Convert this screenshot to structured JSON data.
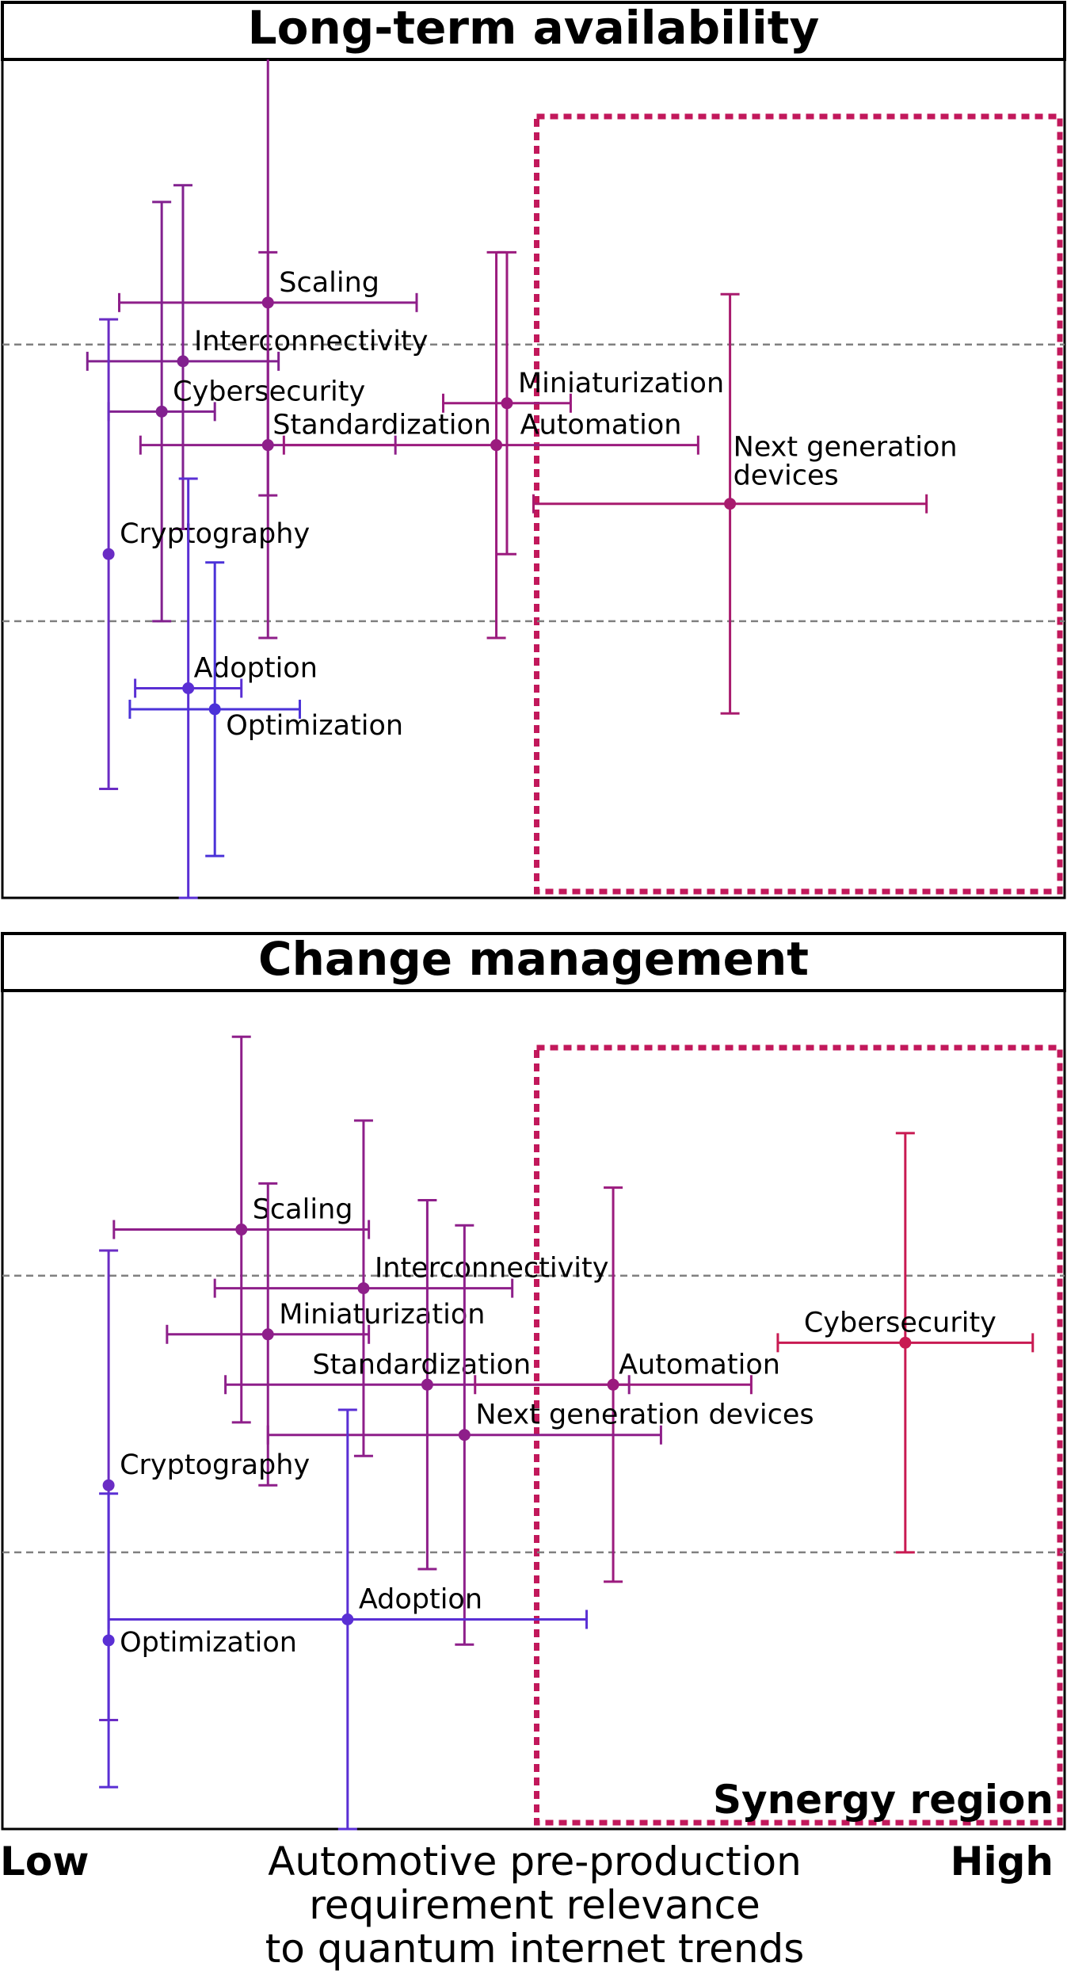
{
  "colors": {
    "frame": "#000000",
    "gridline": "#808080",
    "synergy_box": "#c2185b",
    "series_scale": [
      "#5c2fd6",
      "#9b1b8e",
      "#c81a52"
    ]
  },
  "x_axis": {
    "label": "Automotive pre-production requirement relevance to quantum internet trends",
    "label_lines": [
      "Automotive pre-production",
      "requirement relevance",
      "to quantum internet trends"
    ],
    "low_label": "Low",
    "high_label": "High"
  },
  "synergy_label": "Synergy region",
  "chart_data": [
    {
      "type": "scatter",
      "title": "Long-term availability",
      "xlim": [
        0,
        100
      ],
      "ylim": [
        0,
        100
      ],
      "grid": "horizontal dashed at y=33 and y=66",
      "synergy_region": {
        "x": [
          50,
          100
        ],
        "y": [
          0,
          100
        ]
      },
      "points": [
        {
          "label": "Scaling",
          "x": 25,
          "y": 71,
          "xerr": [
            14,
            14
          ],
          "yerr": [
            23,
            40
          ],
          "color": "#8e1f8a"
        },
        {
          "label": "Interconnectivity",
          "x": 17,
          "y": 64,
          "xerr": [
            9,
            9
          ],
          "yerr": [
            20,
            21
          ],
          "color": "#82218f"
        },
        {
          "label": "Cybersecurity",
          "x": 15,
          "y": 58,
          "xerr": [
            5,
            5
          ],
          "yerr": [
            25,
            25
          ],
          "color": "#82218f"
        },
        {
          "label": "Standardization",
          "x": 25,
          "y": 54,
          "xerr": [
            12,
            12
          ],
          "yerr": [
            23,
            23
          ],
          "color": "#8e1f8a"
        },
        {
          "label": "Miniaturization",
          "x": 47.5,
          "y": 59,
          "xerr": [
            6,
            6
          ],
          "yerr": [
            18,
            18
          ],
          "color": "#9b1b7e"
        },
        {
          "label": "Automation",
          "x": 46.5,
          "y": 54,
          "xerr": [
            20,
            19
          ],
          "yerr": [
            23,
            23
          ],
          "color": "#9b1b7e"
        },
        {
          "label": "Next generation devices",
          "x": 68.5,
          "y": 47,
          "xerr": [
            18.5,
            18.5
          ],
          "yerr": [
            25,
            25
          ],
          "color": "#a81b6e"
        },
        {
          "label": "Cryptography",
          "x": 10,
          "y": 41,
          "xerr": [
            0,
            0
          ],
          "yerr": [
            28,
            28
          ],
          "color": "#6a2cc4"
        },
        {
          "label": "Adoption",
          "x": 17.5,
          "y": 25,
          "xerr": [
            5,
            5
          ],
          "yerr": [
            25,
            25
          ],
          "color": "#5a2fd4"
        },
        {
          "label": "Optimization",
          "x": 20,
          "y": 22.5,
          "xerr": [
            8,
            8
          ],
          "yerr": [
            17.5,
            17.5
          ],
          "color": "#4b32d8"
        }
      ]
    },
    {
      "type": "scatter",
      "title": "Change management",
      "xlim": [
        0,
        100
      ],
      "ylim": [
        0,
        100
      ],
      "grid": "horizontal dashed at y=33 and y=66",
      "synergy_region": {
        "x": [
          50,
          100
        ],
        "y": [
          0,
          100
        ]
      },
      "points": [
        {
          "label": "Scaling",
          "x": 22.5,
          "y": 71.5,
          "xerr": [
            12,
            12
          ],
          "yerr": [
            23,
            23
          ],
          "color": "#8e1f8a"
        },
        {
          "label": "Interconnectivity",
          "x": 34,
          "y": 64.5,
          "xerr": [
            14,
            14
          ],
          "yerr": [
            20,
            20
          ],
          "color": "#8e1f8a"
        },
        {
          "label": "Miniaturization",
          "x": 25,
          "y": 59,
          "xerr": [
            9.5,
            9.5
          ],
          "yerr": [
            18,
            18
          ],
          "color": "#8e1f8a"
        },
        {
          "label": "Standardization",
          "x": 40,
          "y": 53,
          "xerr": [
            19,
            19
          ],
          "yerr": [
            22,
            22
          ],
          "color": "#8e1f8a"
        },
        {
          "label": "Automation",
          "x": 57.5,
          "y": 53,
          "xerr": [
            13,
            13
          ],
          "yerr": [
            23.5,
            23.5
          ],
          "color": "#9b1b7e"
        },
        {
          "label": "Next generation devices",
          "x": 43.5,
          "y": 47,
          "xerr": [
            18.5,
            18.5
          ],
          "yerr": [
            25,
            25
          ],
          "color": "#8e1f8a"
        },
        {
          "label": "Cybersecurity",
          "x": 85,
          "y": 58,
          "xerr": [
            12,
            12
          ],
          "yerr": [
            25,
            25
          ],
          "color": "#c81a52"
        },
        {
          "label": "Cryptography",
          "x": 10,
          "y": 41,
          "xerr": [
            0,
            0
          ],
          "yerr": [
            28,
            28
          ],
          "color": "#6a2cc4"
        },
        {
          "label": "Optimization",
          "x": 10,
          "y": 22.5,
          "xerr": [
            0,
            0
          ],
          "yerr": [
            17.5,
            17.5
          ],
          "color": "#5a2fd4"
        },
        {
          "label": "Adoption",
          "x": 32.5,
          "y": 25,
          "xerr": [
            22.5,
            22.5
          ],
          "yerr": [
            25,
            25
          ],
          "color": "#5a2fd4"
        }
      ]
    }
  ]
}
